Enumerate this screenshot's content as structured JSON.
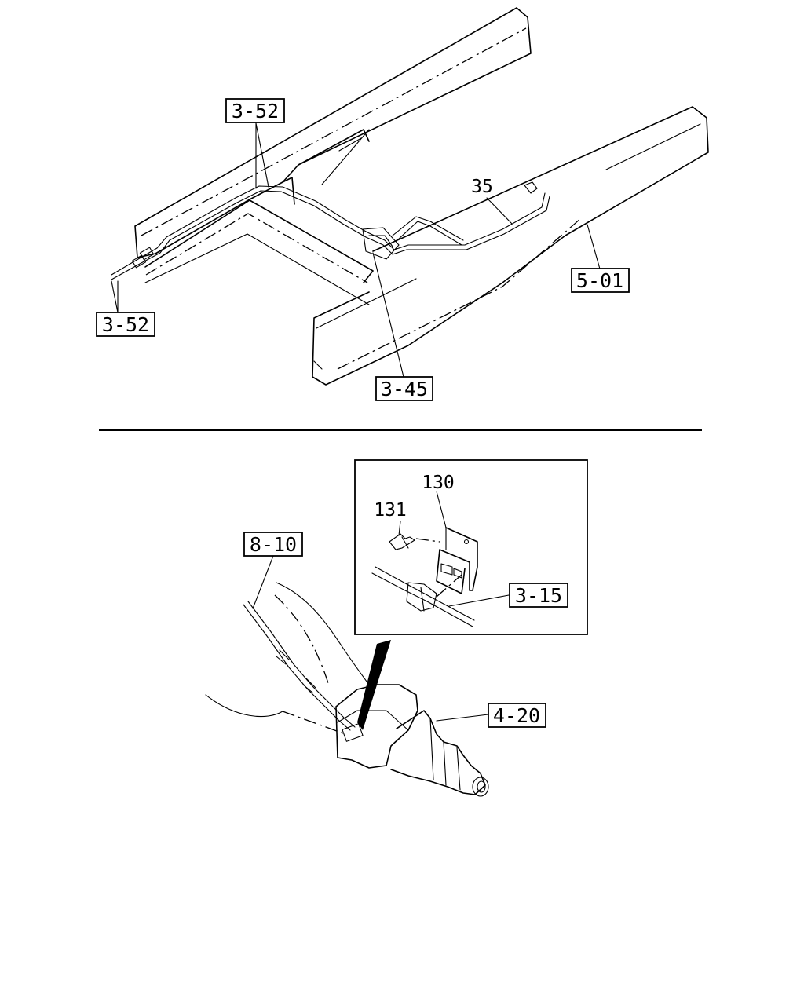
{
  "diagram": {
    "top_view": {
      "callouts": {
        "brake_pipe_upper": "3-52",
        "brake_pipe_lower": "3-52",
        "clip": "3-45",
        "frame": "5-01",
        "pipe_part": "35"
      }
    },
    "bottom_view": {
      "callouts": {
        "cable": "8-10",
        "transmission": "4-20",
        "connector": "3-15",
        "bracket": "130",
        "bolt": "131"
      }
    }
  }
}
